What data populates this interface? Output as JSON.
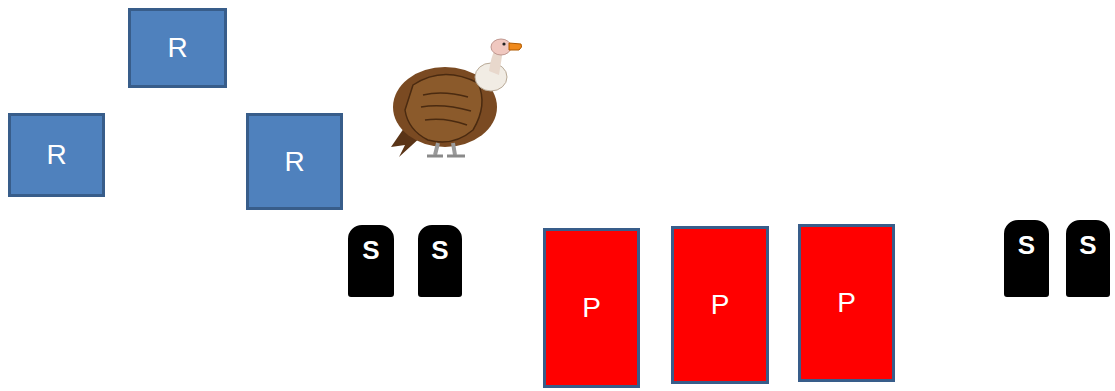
{
  "diagram": {
    "nodes": [
      {
        "text": [
          "R"
        ]
      },
      {
        "text": [
          "R"
        ]
      },
      {
        "text": [
          "R"
        ]
      },
      {
        "text": [
          "S"
        ]
      },
      {
        "text": [
          "S"
        ]
      },
      {
        "text": [
          "P"
        ]
      },
      {
        "text": [
          "P"
        ]
      },
      {
        "text": [
          "P"
        ]
      },
      {
        "text": [
          "S"
        ]
      },
      {
        "text": [
          "S"
        ]
      }
    ]
  }
}
